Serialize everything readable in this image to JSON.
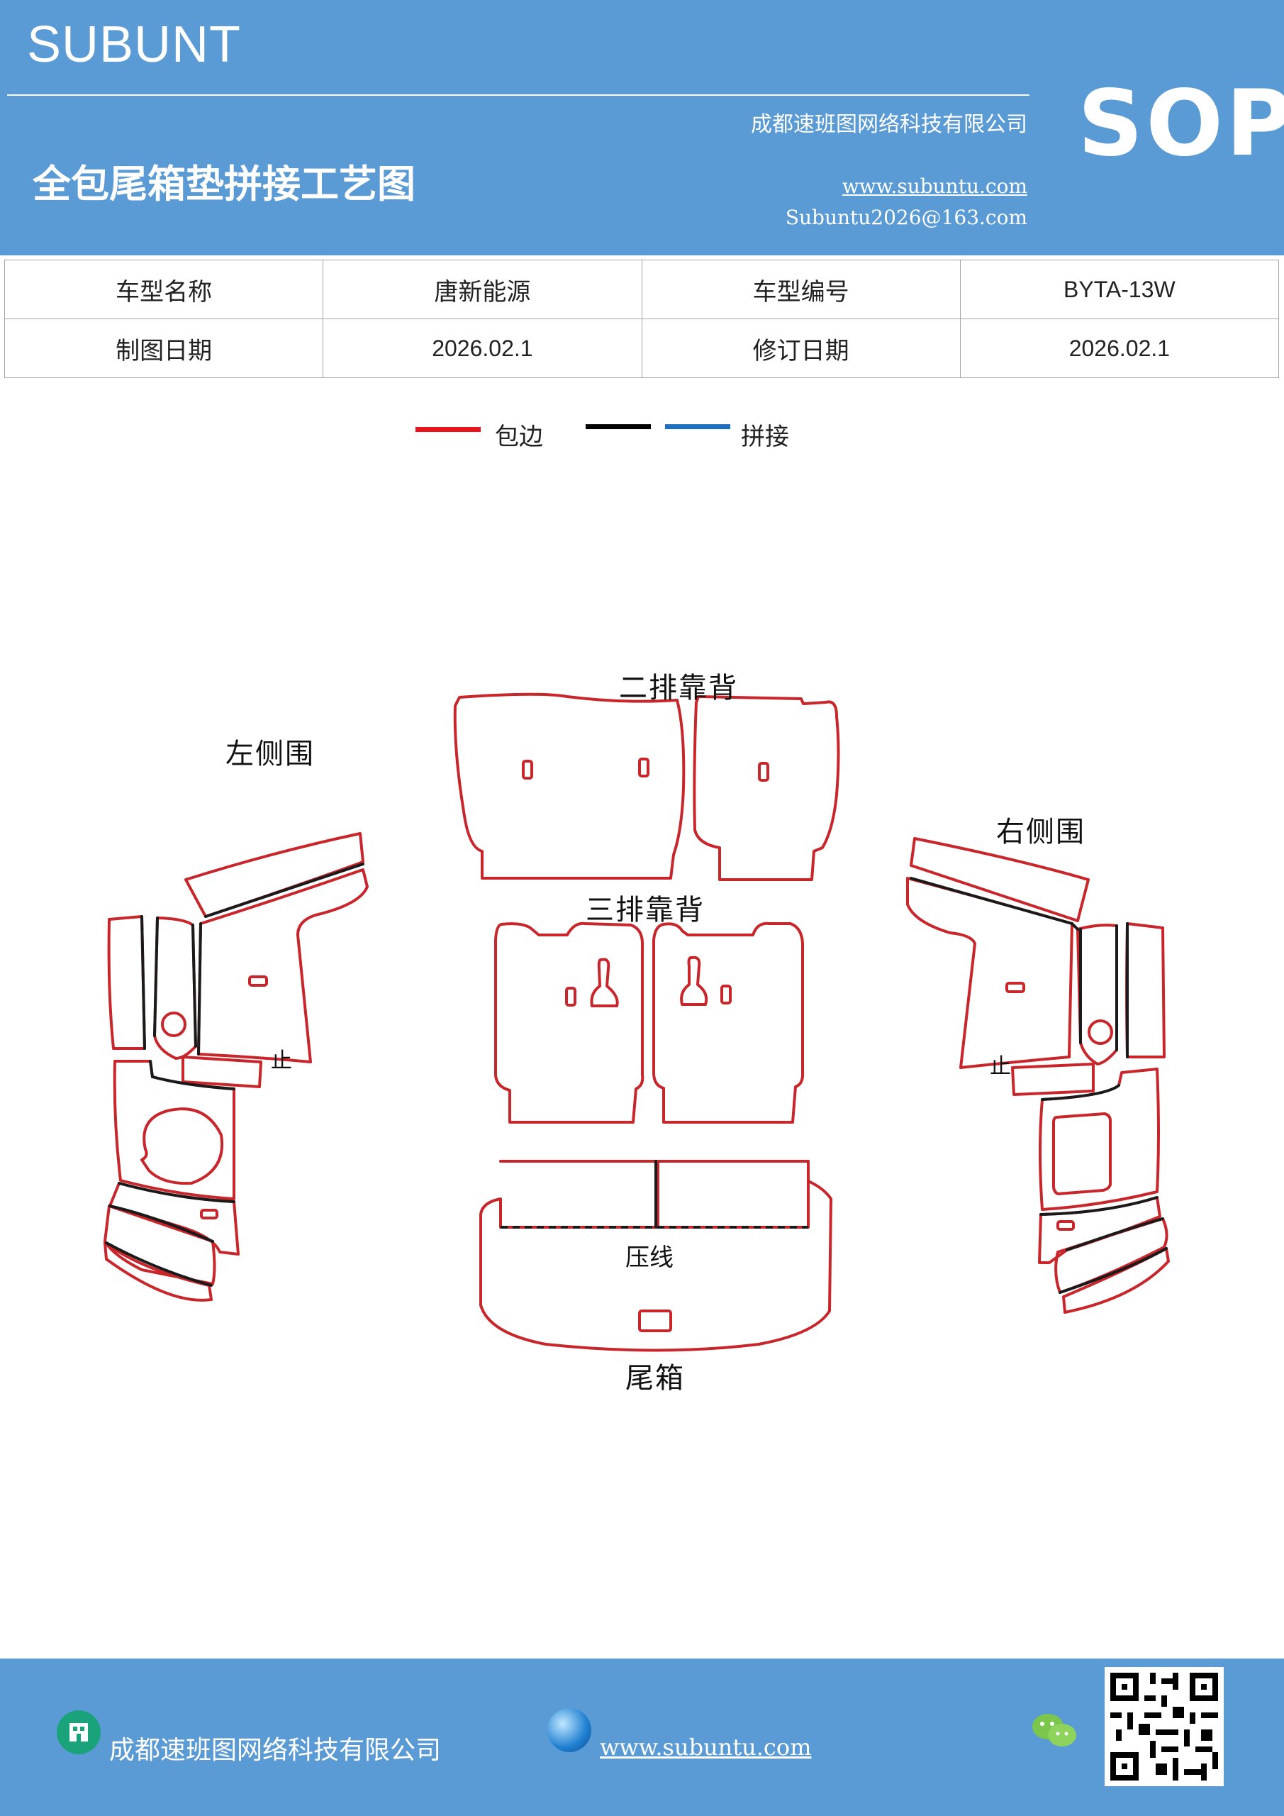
{
  "header": {
    "brand": "SUBUNT",
    "company": "成都速班图网络科技有限公司",
    "title": "全包尾箱垫拼接工艺图",
    "website": "www.subuntu.com",
    "email": "Subuntu2026@163.com",
    "badge": "SOP"
  },
  "info_table": {
    "row1": {
      "label1": "车型名称",
      "value1": "唐新能源",
      "label2": "车型编号",
      "value2": "BYTA-13W"
    },
    "row2": {
      "label1": "制图日期",
      "value1": "2026.02.1",
      "label2": "修订日期",
      "value2": "2026.02.1"
    }
  },
  "legend": {
    "items": [
      {
        "label": "包边",
        "color": "#e8141c"
      },
      {
        "label": "",
        "color": "#000000"
      },
      {
        "label": "拼接",
        "color": "#1f6fc1"
      }
    ]
  },
  "diagram": {
    "labels": {
      "second_row": "二排靠背",
      "left_side": "左侧围",
      "right_side": "右侧围",
      "third_row": "三排靠背",
      "press_line": "压线",
      "trunk": "尾箱",
      "stop_left": "止",
      "stop_right": "止"
    },
    "colors": {
      "edge": "#c8262b",
      "seam": "#1a1a1a"
    }
  },
  "footer": {
    "company": "成都速班图网络科技有限公司",
    "website": "www.subuntu.com",
    "icons": [
      "building-icon",
      "globe-icon",
      "wechat-icon",
      "qr-code"
    ]
  }
}
